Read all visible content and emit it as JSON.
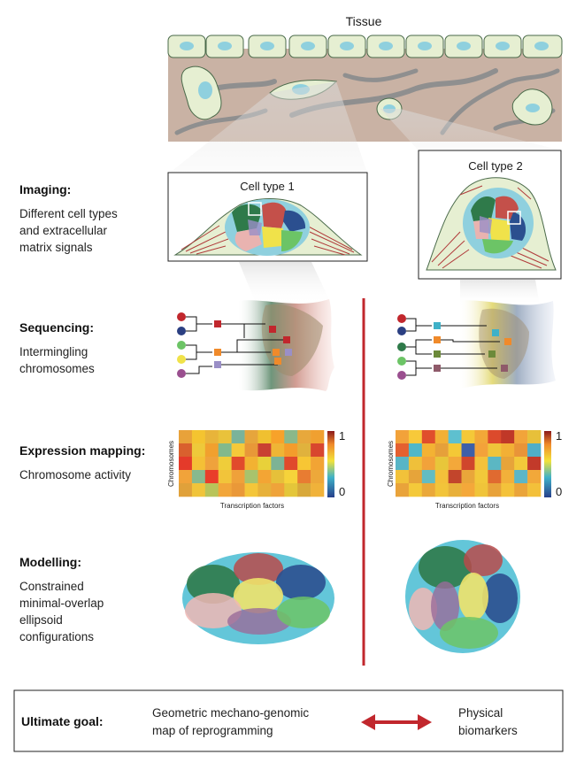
{
  "tissue_label": "Tissue",
  "cell_type_1_label": "Cell type 1",
  "cell_type_2_label": "Cell type 2",
  "sections": {
    "imaging": {
      "title": "Imaging:",
      "lines": [
        "Different cell types",
        "and extracellular",
        "matrix signals"
      ]
    },
    "sequencing": {
      "title": "Sequencing:",
      "lines": [
        "Intermingling",
        "chromosomes"
      ]
    },
    "expression": {
      "title": "Expression mapping:",
      "lines": [
        "Chromosome activity"
      ]
    },
    "modelling": {
      "title": "Modelling:",
      "lines": [
        "Constrained",
        "minimal-overlap",
        "ellipsoid",
        "configurations"
      ]
    }
  },
  "heatmap": {
    "ylabel": "Chromosomes",
    "xlabel": "Transcription factors",
    "scale_max": "1",
    "scale_min": "0",
    "left_cells": [
      [
        "#e8a23a",
        "#f4c430",
        "#e8b43a",
        "#e9c23b",
        "#7ab39a",
        "#e6a53c",
        "#f0c030",
        "#f7a22a",
        "#8ab88a",
        "#e7a83c",
        "#f0a030"
      ],
      [
        "#d9602e",
        "#eec93a",
        "#f1a02e",
        "#82b98c",
        "#f5c93a",
        "#e89838",
        "#c94032",
        "#efb535",
        "#f39c2c",
        "#e0b23d",
        "#d8462e"
      ],
      [
        "#e43a2a",
        "#f4c036",
        "#efa23c",
        "#efcd3a",
        "#e14a2c",
        "#f2b232",
        "#e8d13a",
        "#7db395",
        "#e04a2c",
        "#f7c634",
        "#f2a434"
      ],
      [
        "#f1a33a",
        "#88b98e",
        "#e93d2a",
        "#f2c43a",
        "#efa13a",
        "#a8c36c",
        "#f3a534",
        "#e6c03a",
        "#f6d33a",
        "#e87c32",
        "#eda83a"
      ],
      [
        "#e0a13a",
        "#f0c43a",
        "#b8c45a",
        "#f2a63a",
        "#ea9838",
        "#f4c63a",
        "#e7b13a",
        "#efa33a",
        "#e4c63a",
        "#d8a83a",
        "#f0b23a"
      ]
    ],
    "right_cells": [
      [
        "#f2a23a",
        "#f7c93a",
        "#e04e2c",
        "#f2b035",
        "#5ec0cf",
        "#f4c838",
        "#f2a838",
        "#dc4a2c",
        "#c03828",
        "#f2a43a",
        "#e7c03a"
      ],
      [
        "#e46030",
        "#4fb7c8",
        "#f3b233",
        "#e6a03a",
        "#f4c836",
        "#3d5fa8",
        "#f3a23a",
        "#efc43a",
        "#f2b035",
        "#e99438",
        "#4faec8"
      ],
      [
        "#58b5c6",
        "#efc03a",
        "#f2a23a",
        "#e8c63a",
        "#f3a83a",
        "#d0462c",
        "#f4c23a",
        "#5bb7c3",
        "#e7a43a",
        "#f3c83a",
        "#c23a2a"
      ],
      [
        "#f2c23a",
        "#e6a43a",
        "#63bcc2",
        "#f4c03a",
        "#c2452c",
        "#e9a63a",
        "#f2c83a",
        "#e06a30",
        "#f2b03a",
        "#5cb6c7",
        "#f2a83a"
      ],
      [
        "#e9a33a",
        "#f4c93a",
        "#eaa83a",
        "#f2c43a",
        "#e8b03a",
        "#f4a83a",
        "#f0c43a",
        "#e8a23a",
        "#f4c23a",
        "#eaa43a",
        "#f3c03a"
      ]
    ]
  },
  "goal": {
    "title": "Ultimate goal:",
    "middle_lines": [
      "Geometric mechano-genomic",
      "map of reprogramming"
    ],
    "right_lines": [
      "Physical",
      "biomarkers"
    ]
  },
  "colors": {
    "divider": "#c1272d",
    "arrow": "#c1272d",
    "cell_fill": "#e6efd2",
    "nucleus": "#8fd0de",
    "matrix": "#c9b2a4",
    "stress_fibre": "#b03a3a"
  }
}
